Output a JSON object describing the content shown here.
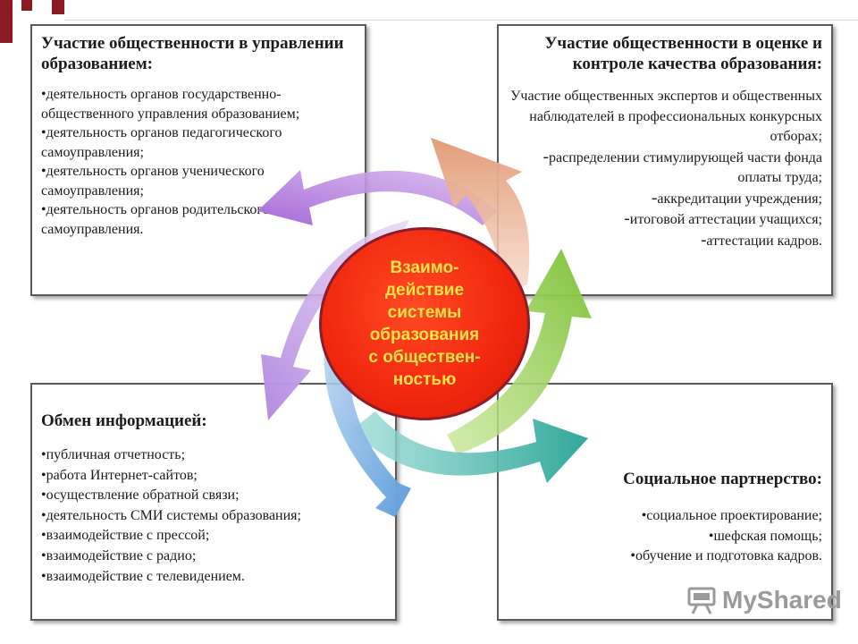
{
  "colors": {
    "corner_accent": "#8a1b22",
    "center_fill": "#f1260e",
    "center_text": "#ffe24a",
    "arrow_purple": "#b27ad9",
    "arrow_salmon": "#e6a585",
    "arrow_green": "#8ecb4a",
    "arrow_teal": "#46b4a8",
    "arrow_blue": "#6aa6de"
  },
  "center": {
    "text": "Взаимо-\nдействие\nсистемы\nобразования\nс обществен-\nностью"
  },
  "boxes": {
    "top_left": {
      "title": "Участие общественности в управлении образованием:",
      "items": [
        "деятельность органов государственно-общественного управления образованием;",
        "деятельность органов педагогического самоуправления;",
        "деятельность органов ученического самоуправления;",
        "деятельность органов родительского самоуправления."
      ]
    },
    "top_right": {
      "title": "Участие общественности в оценке и контроле качества образования:",
      "intro": "Участие общественных экспертов и общественных наблюдателей в профессиональных конкурсных отборах;",
      "items": [
        "распределении стимулирующей части фонда оплаты труда;",
        "аккредитации учреждения;",
        "итоговой аттестации учащихся;",
        "аттестации кадров."
      ]
    },
    "bottom_left": {
      "title": "Обмен информацией:",
      "items": [
        "публичная отчетность;",
        "работа Интернет-сайтов;",
        "осуществление обратной связи;",
        "деятельность СМИ системы образования;",
        "взаимодействие с прессой;",
        "взаимодействие с радио;",
        "взаимодействие с телевидением."
      ]
    },
    "bottom_right": {
      "title": "Социальное партнерство:",
      "items": [
        "социальное проектирование;",
        "шефская помощь;",
        "обучение и подготовка кадров."
      ]
    }
  },
  "watermark": {
    "text": "MyShared",
    "icon": "presentation-board-icon"
  }
}
